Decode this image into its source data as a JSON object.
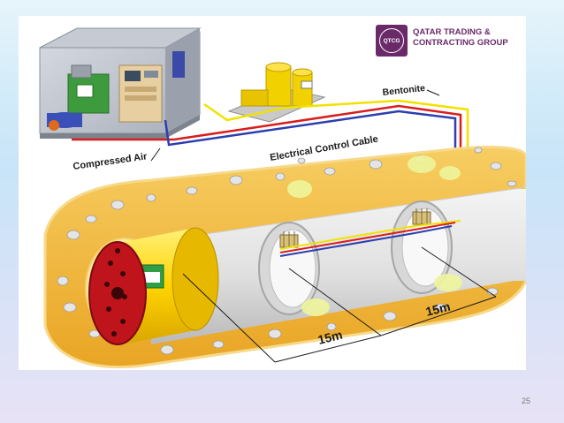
{
  "slide": {
    "logo": {
      "line1": "QATAR TRADING &",
      "line2": "CONTRACTING GROUP",
      "mark_text": "QTCG"
    },
    "labels": {
      "compressed_air": "Compressed Air",
      "electrical_control_cable": "Electrical Control Cable",
      "bentonite": "Bentonite",
      "segment_length_1": "15m",
      "segment_length_2": "15m"
    },
    "page_number": "25"
  },
  "colors": {
    "soil": "#f2b63a",
    "pipe": "#e6e6e6",
    "tbm_shield": "#ffd400",
    "cutter_head": "#c0141c",
    "compressed_air_line": "#d81e1e",
    "electrical_cable": "#2a3fb0",
    "bentonite_line": "#f2e100",
    "logo_purple": "#6a2a6a"
  }
}
